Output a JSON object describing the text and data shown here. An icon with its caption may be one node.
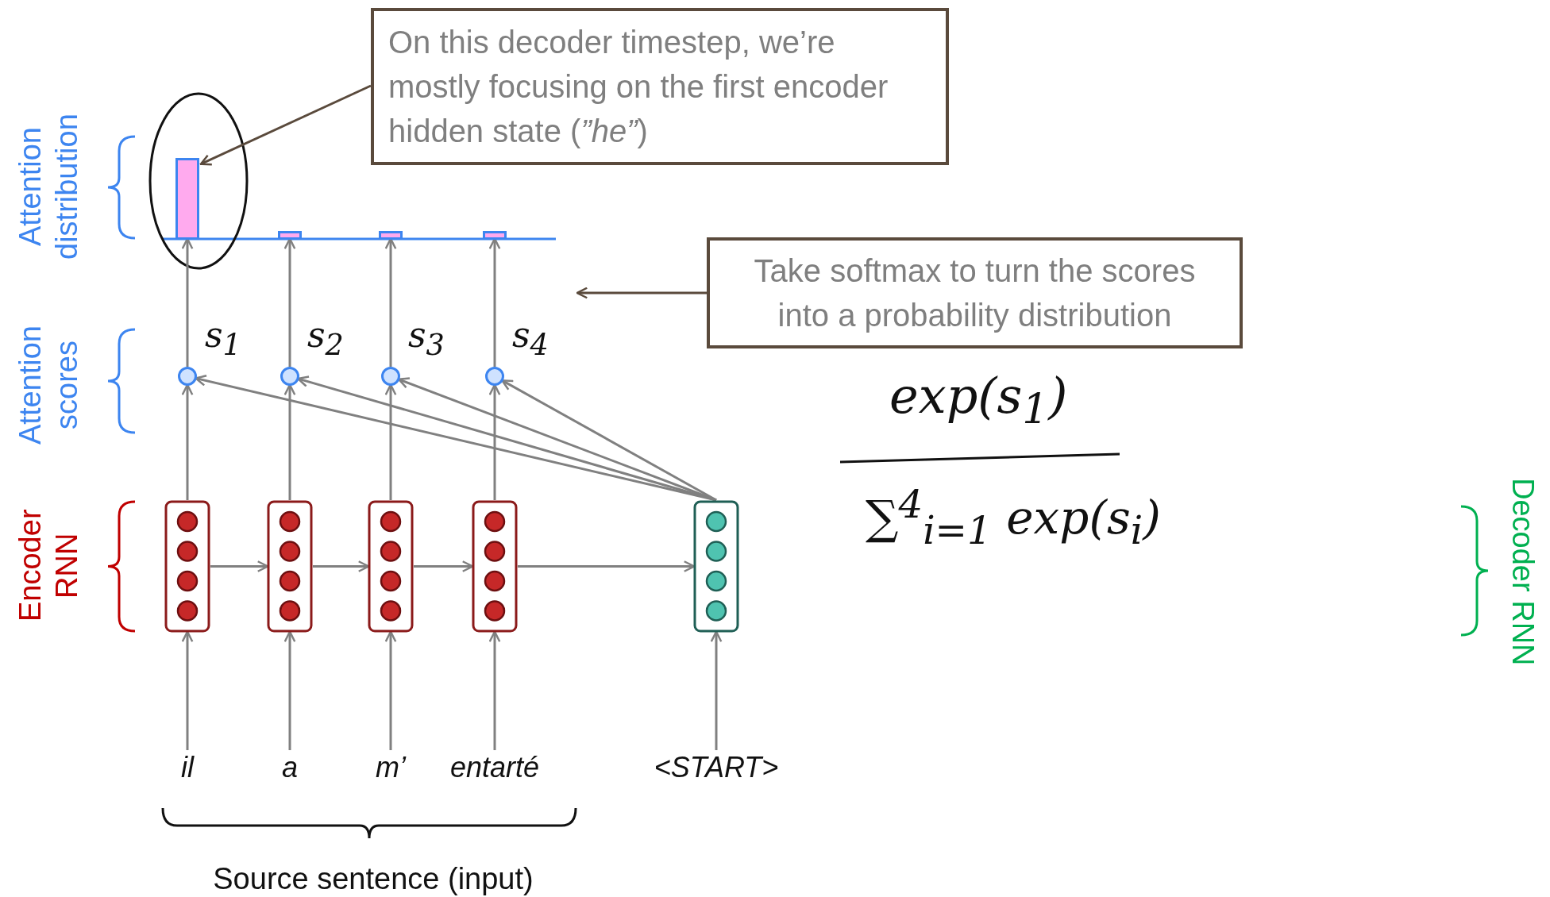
{
  "diagram": {
    "nodes": [
      {
        "text": [
          "On this decoder timestep, we’re mostly focusing on the first encoder hidden state (*”he”*)"
        ]
      },
      {
        "text": [],
        "shape": "bar"
      },
      {
        "text": [],
        "shape": "bar"
      },
      {
        "text": [],
        "shape": "bar"
      },
      {
        "text": [],
        "shape": "bar"
      },
      {
        "text": [
          "Take softmax to turn the scores into a probability distribution"
        ]
      },
      {
        "text": [],
        "shape": "circle",
        "beside": [
          "s$_{1}$"
        ]
      },
      {
        "text": [],
        "shape": "circle",
        "beside": [
          "s$_{2}$"
        ]
      },
      {
        "text": [],
        "shape": "circle",
        "beside": [
          "s$_{3}$"
        ]
      },
      {
        "text": [],
        "shape": "circle",
        "beside": [
          "s$_{4}$"
        ]
      },
      {
        "text": [],
        "shape": "box"
      },
      {
        "text": [],
        "shape": "box"
      },
      {
        "text": [],
        "shape": "box"
      },
      {
        "text": [],
        "shape": "box"
      },
      {
        "text": [],
        "shape": "box"
      },
      {
        "text": [
          "il"
        ]
      },
      {
        "text": [
          "a"
        ]
      },
      {
        "text": [
          "m’"
        ]
      },
      {
        "text": [
          "entarté"
        ]
      },
      {
        "text": [
          "<START>"
        ]
      }
    ],
    "edges": [
      {
        "from": 0,
        "to": 1,
        "arrow": "to",
        "color": "#5a4a3c"
      },
      {
        "from": 5,
        "to": null,
        "arrow": "to",
        "color": "#5a4a3c"
      },
      {
        "from": 15,
        "to": 10,
        "arrow": "to"
      },
      {
        "from": 16,
        "to": 11,
        "arrow": "to"
      },
      {
        "from": 17,
        "to": 12,
        "arrow": "to"
      },
      {
        "from": 18,
        "to": 13,
        "arrow": "to"
      },
      {
        "from": 19,
        "to": 14,
        "arrow": "to"
      },
      {
        "from": 10,
        "to": 11,
        "arrow": "to"
      },
      {
        "from": 11,
        "to": 12,
        "arrow": "to"
      },
      {
        "from": 12,
        "to": 13,
        "arrow": "to"
      },
      {
        "from": 13,
        "to": 14,
        "arrow": "to"
      },
      {
        "from": 10,
        "to": 6,
        "arrow": "to"
      },
      {
        "from": 11,
        "to": 7,
        "arrow": "to"
      },
      {
        "from": 12,
        "to": 8,
        "arrow": "to"
      },
      {
        "from": 13,
        "to": 9,
        "arrow": "to"
      },
      {
        "from": 14,
        "to": 6,
        "arrow": "to"
      },
      {
        "from": 14,
        "to": 7,
        "arrow": "to"
      },
      {
        "from": 14,
        "to": 8,
        "arrow": "to"
      },
      {
        "from": 14,
        "to": 9,
        "arrow": "to"
      },
      {
        "from": 6,
        "to": 1,
        "arrow": "to"
      },
      {
        "from": 7,
        "to": 2,
        "arrow": "to"
      },
      {
        "from": 8,
        "to": 3,
        "arrow": "to"
      },
      {
        "from": 9,
        "to": 4,
        "arrow": "to"
      }
    ],
    "labels": [
      "Attention distribution",
      "Attention scores",
      "Encoder RNN",
      "Decoder RNN",
      "Source sentence (input)",
      "exp(s$_{1}$)",
      "∑$^{4}$$_{i=1}$ exp(s$_{i}$)"
    ]
  }
}
